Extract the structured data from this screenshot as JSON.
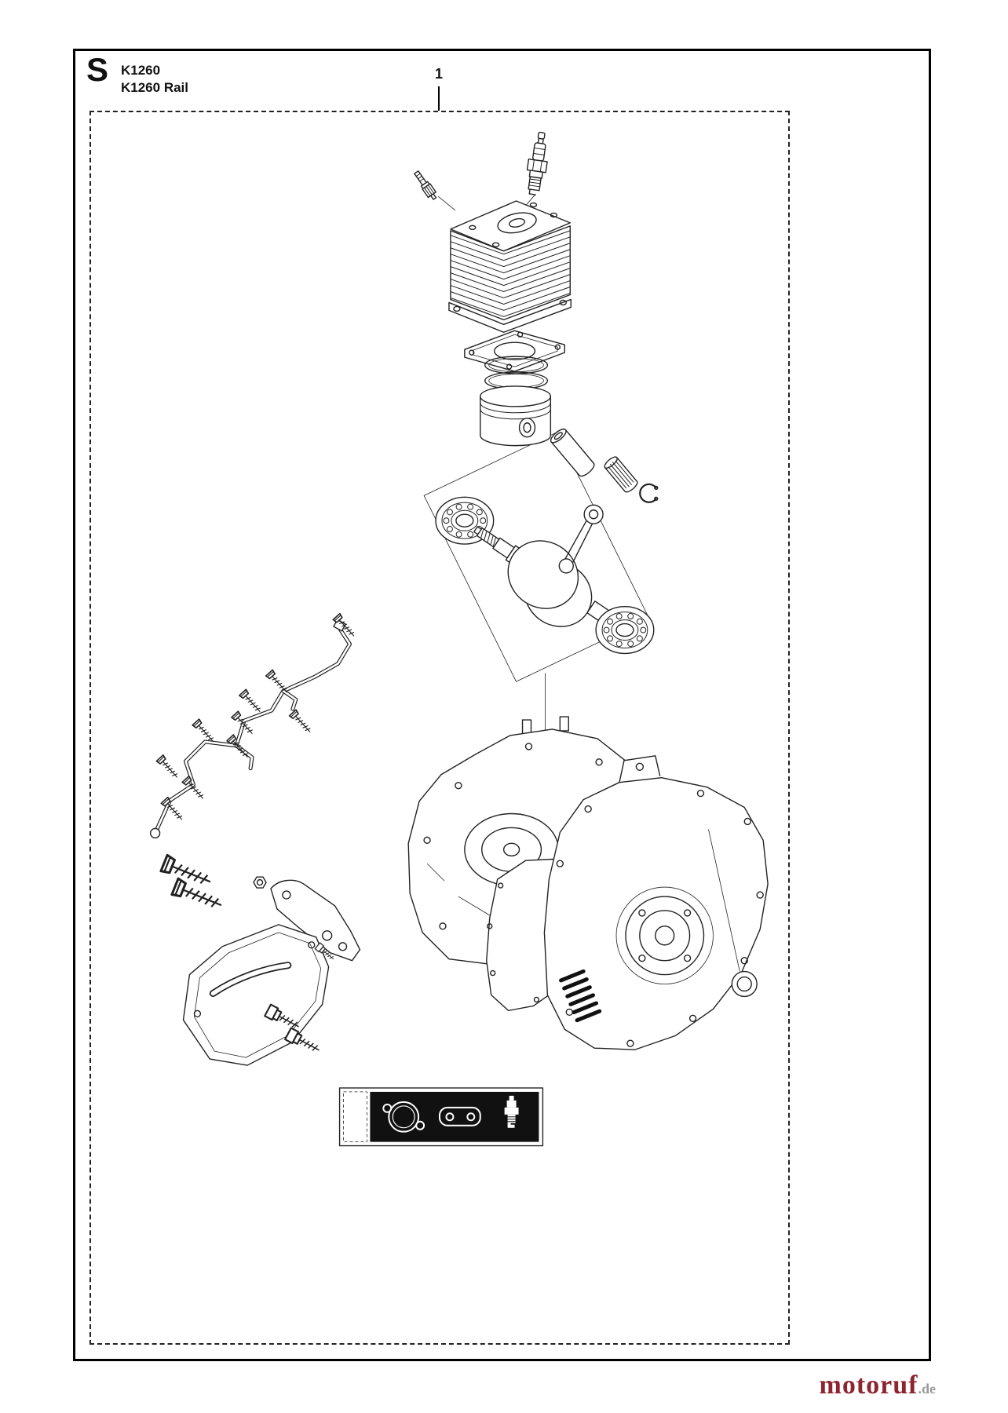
{
  "header": {
    "section_letter": "S",
    "model_code": "K1260",
    "model_name": "K1260 Rail"
  },
  "callout": {
    "number": "1"
  },
  "diagram": {
    "description": "Exploded parts view of chainsaw engine assembly",
    "line_color": "#222222",
    "parts": [
      "spark-plug",
      "decompression-valve",
      "cylinder",
      "cylinder-base-gasket",
      "piston-rings",
      "piston",
      "piston-pin",
      "needle-bearing",
      "circlip",
      "crankshaft-boundary",
      "ball-bearing-front",
      "crankshaft",
      "connecting-rod",
      "ball-bearing-rear",
      "wiring-harness",
      "harness-screws",
      "brake-screws",
      "flange-nut",
      "chain-brake-arm",
      "clutch-cover",
      "cover-bolts",
      "crankcase-half-front",
      "crankcase-gasket",
      "crankcase-half-rear",
      "vent-slots",
      "oil-seal",
      "gasket-kit-box",
      "kit-round-gasket",
      "kit-flat-gasket",
      "kit-spark-plug"
    ],
    "kit_box_bg": "#111111"
  },
  "footer": {
    "brand": "motoruf",
    "suffix": ".de",
    "brand_color": "#8d2430",
    "suffix_color": "#9a9a9a"
  }
}
